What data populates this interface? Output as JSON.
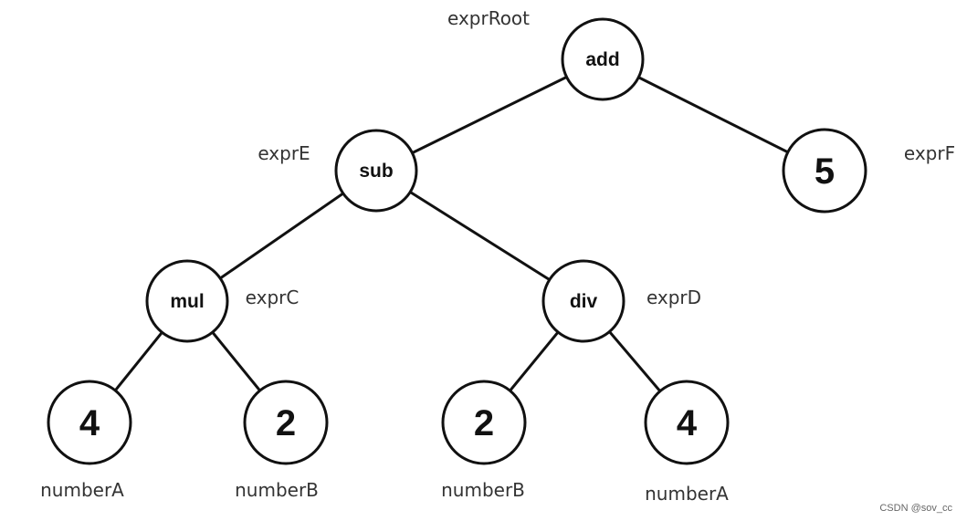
{
  "diagram": {
    "nodes": [
      {
        "id": "add",
        "label": "add",
        "kind": "op",
        "name": "exprRoot"
      },
      {
        "id": "sub",
        "label": "sub",
        "kind": "op",
        "name": "exprE"
      },
      {
        "id": "five",
        "label": "5",
        "kind": "num",
        "name": "exprF"
      },
      {
        "id": "mul",
        "label": "mul",
        "kind": "op",
        "name": "exprC"
      },
      {
        "id": "div",
        "label": "div",
        "kind": "op",
        "name": "exprD"
      },
      {
        "id": "n4a",
        "label": "4",
        "kind": "num",
        "name": "numberA"
      },
      {
        "id": "n2a",
        "label": "2",
        "kind": "num",
        "name": "numberB"
      },
      {
        "id": "n2b",
        "label": "2",
        "kind": "num",
        "name": "numberB"
      },
      {
        "id": "n4b",
        "label": "4",
        "kind": "num",
        "name": "numberA"
      }
    ],
    "edges": [
      {
        "from": "add",
        "to": "sub"
      },
      {
        "from": "add",
        "to": "five"
      },
      {
        "from": "sub",
        "to": "mul"
      },
      {
        "from": "sub",
        "to": "div"
      },
      {
        "from": "mul",
        "to": "n4a"
      },
      {
        "from": "mul",
        "to": "n2a"
      },
      {
        "from": "div",
        "to": "n2b"
      },
      {
        "from": "div",
        "to": "n4b"
      }
    ]
  },
  "watermark": "CSDN @sov_cc"
}
